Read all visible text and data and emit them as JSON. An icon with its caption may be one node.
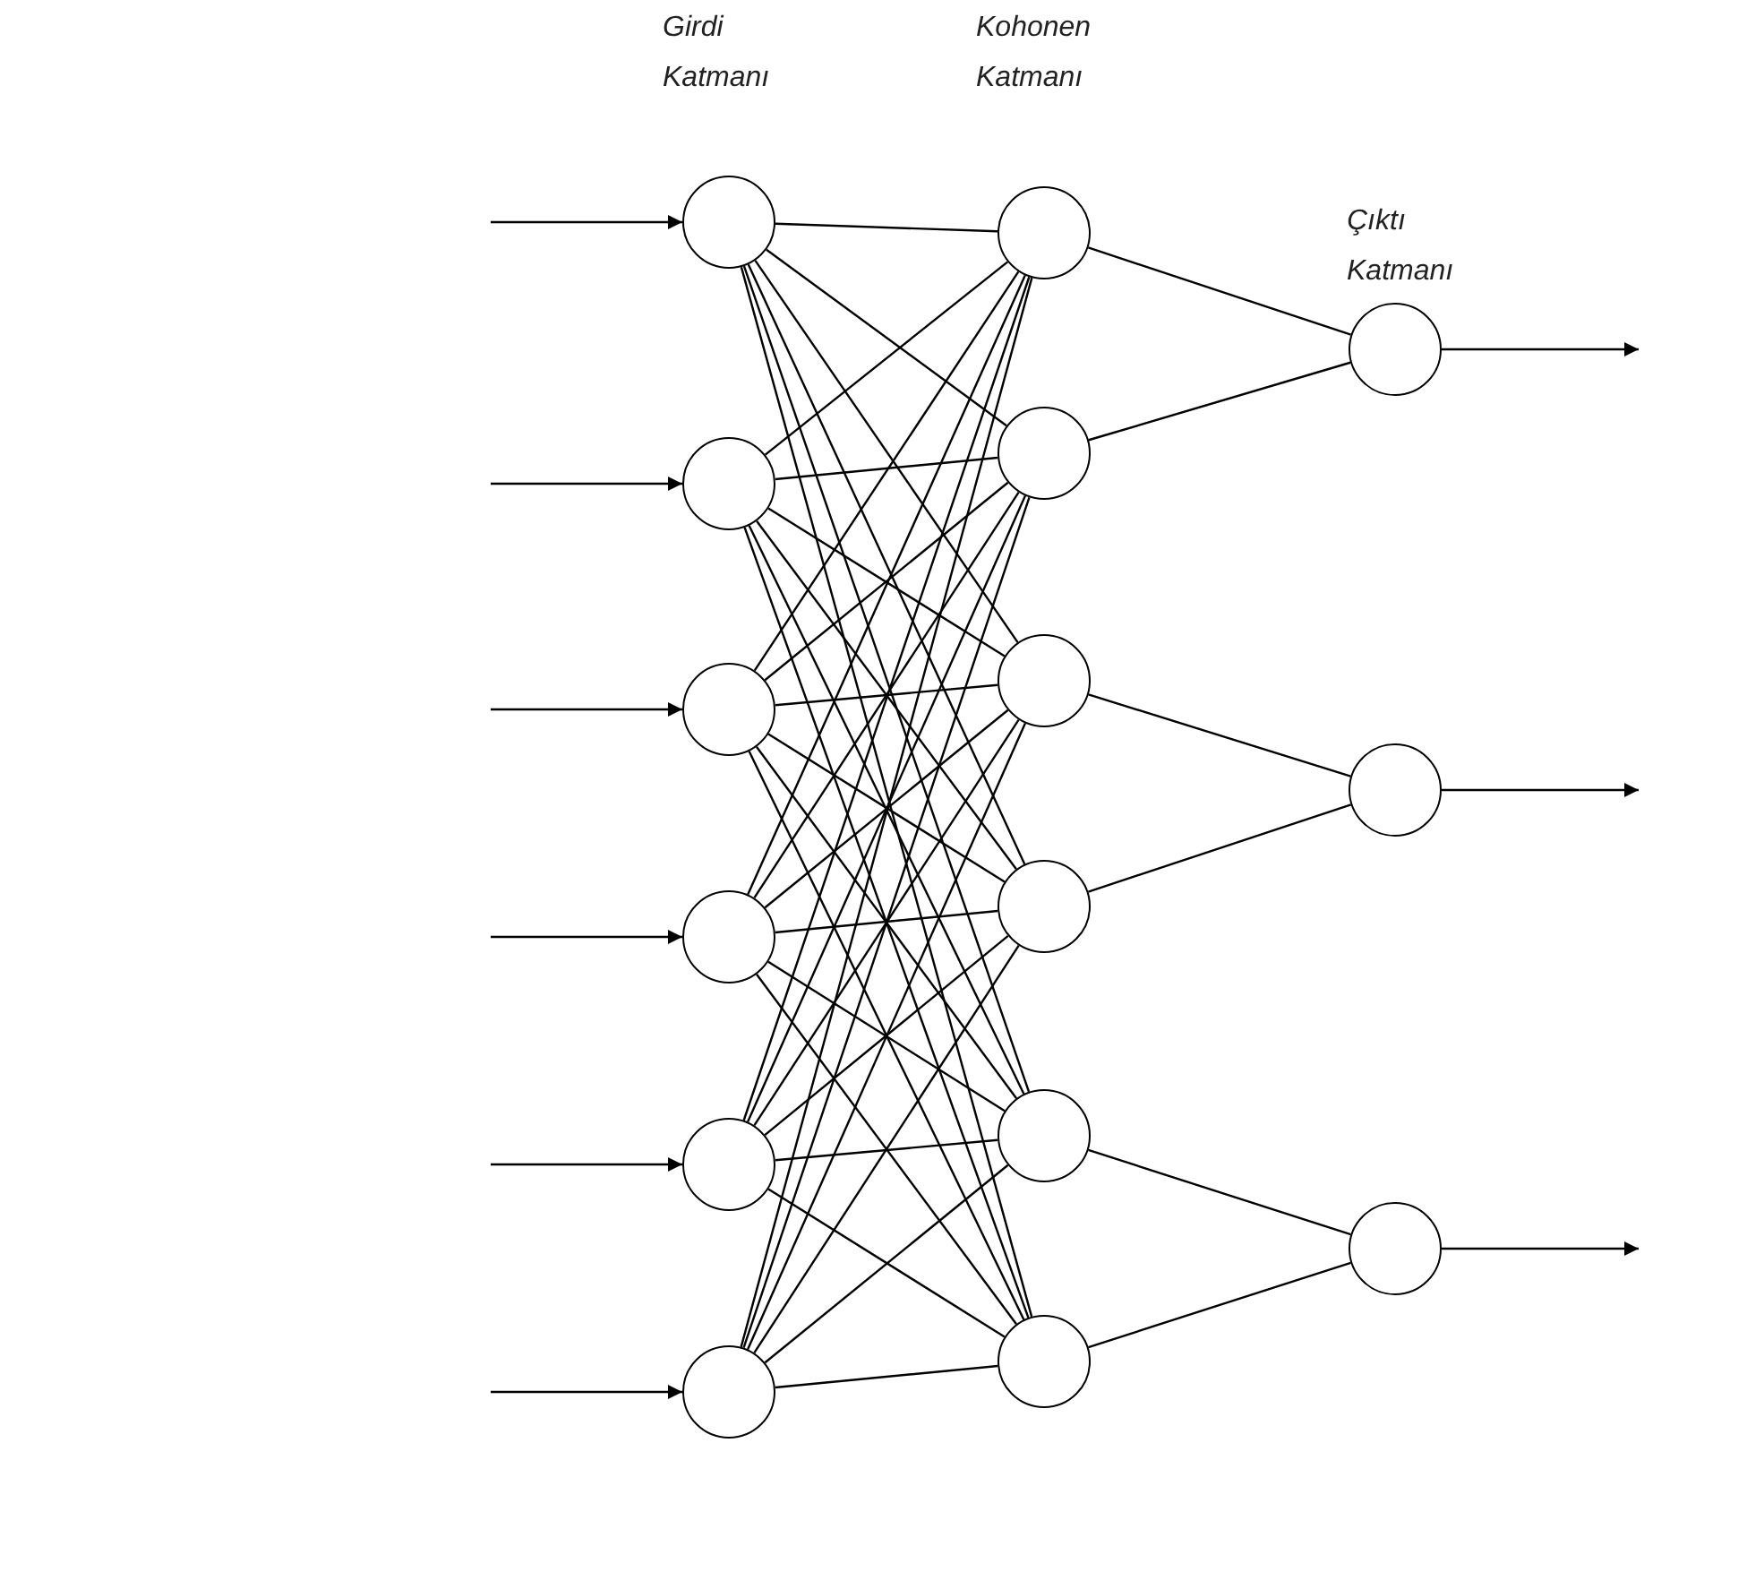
{
  "diagram": {
    "nodes": [
      {
        "text": [],
        "shape": "circle"
      },
      {
        "text": [],
        "shape": "circle"
      },
      {
        "text": [],
        "shape": "circle"
      },
      {
        "text": [],
        "shape": "circle"
      },
      {
        "text": [],
        "shape": "circle"
      },
      {
        "text": [],
        "shape": "circle"
      },
      {
        "text": [],
        "shape": "circle"
      },
      {
        "text": [],
        "shape": "circle"
      },
      {
        "text": [],
        "shape": "circle"
      },
      {
        "text": [],
        "shape": "circle"
      },
      {
        "text": [],
        "shape": "circle"
      },
      {
        "text": [],
        "shape": "circle"
      },
      {
        "text": [],
        "shape": "circle"
      },
      {
        "text": [],
        "shape": "circle"
      },
      {
        "text": [],
        "shape": "circle"
      }
    ],
    "edges": [
      {
        "from": null,
        "to": 0,
        "arrow": "to"
      },
      {
        "from": null,
        "to": 1,
        "arrow": "to"
      },
      {
        "from": null,
        "to": 2,
        "arrow": "to"
      },
      {
        "from": null,
        "to": 3,
        "arrow": "to"
      },
      {
        "from": null,
        "to": 4,
        "arrow": "to"
      },
      {
        "from": null,
        "to": 5,
        "arrow": "to"
      },
      {
        "from": 0,
        "to": 6,
        "arrow": "none"
      },
      {
        "from": 0,
        "to": 7,
        "arrow": "none"
      },
      {
        "from": 0,
        "to": 8,
        "arrow": "none"
      },
      {
        "from": 0,
        "to": 9,
        "arrow": "none"
      },
      {
        "from": 0,
        "to": 10,
        "arrow": "none"
      },
      {
        "from": 0,
        "to": 11,
        "arrow": "none"
      },
      {
        "from": 1,
        "to": 6,
        "arrow": "none"
      },
      {
        "from": 1,
        "to": 7,
        "arrow": "none"
      },
      {
        "from": 1,
        "to": 8,
        "arrow": "none"
      },
      {
        "from": 1,
        "to": 9,
        "arrow": "none"
      },
      {
        "from": 1,
        "to": 10,
        "arrow": "none"
      },
      {
        "from": 1,
        "to": 11,
        "arrow": "none"
      },
      {
        "from": 2,
        "to": 6,
        "arrow": "none"
      },
      {
        "from": 2,
        "to": 7,
        "arrow": "none"
      },
      {
        "from": 2,
        "to": 8,
        "arrow": "none"
      },
      {
        "from": 2,
        "to": 9,
        "arrow": "none"
      },
      {
        "from": 2,
        "to": 10,
        "arrow": "none"
      },
      {
        "from": 2,
        "to": 11,
        "arrow": "none"
      },
      {
        "from": 3,
        "to": 6,
        "arrow": "none"
      },
      {
        "from": 3,
        "to": 7,
        "arrow": "none"
      },
      {
        "from": 3,
        "to": 8,
        "arrow": "none"
      },
      {
        "from": 3,
        "to": 9,
        "arrow": "none"
      },
      {
        "from": 3,
        "to": 10,
        "arrow": "none"
      },
      {
        "from": 3,
        "to": 11,
        "arrow": "none"
      },
      {
        "from": 4,
        "to": 6,
        "arrow": "none"
      },
      {
        "from": 4,
        "to": 7,
        "arrow": "none"
      },
      {
        "from": 4,
        "to": 8,
        "arrow": "none"
      },
      {
        "from": 4,
        "to": 9,
        "arrow": "none"
      },
      {
        "from": 4,
        "to": 10,
        "arrow": "none"
      },
      {
        "from": 4,
        "to": 11,
        "arrow": "none"
      },
      {
        "from": 5,
        "to": 6,
        "arrow": "none"
      },
      {
        "from": 5,
        "to": 7,
        "arrow": "none"
      },
      {
        "from": 5,
        "to": 8,
        "arrow": "none"
      },
      {
        "from": 5,
        "to": 9,
        "arrow": "none"
      },
      {
        "from": 5,
        "to": 10,
        "arrow": "none"
      },
      {
        "from": 5,
        "to": 11,
        "arrow": "none"
      },
      {
        "from": 6,
        "to": 12,
        "arrow": "none"
      },
      {
        "from": 7,
        "to": 12,
        "arrow": "none"
      },
      {
        "from": 8,
        "to": 13,
        "arrow": "none"
      },
      {
        "from": 9,
        "to": 13,
        "arrow": "none"
      },
      {
        "from": 10,
        "to": 14,
        "arrow": "none"
      },
      {
        "from": 11,
        "to": 14,
        "arrow": "none"
      },
      {
        "from": 12,
        "to": null,
        "arrow": "to"
      },
      {
        "from": 13,
        "to": null,
        "arrow": "to"
      },
      {
        "from": 14,
        "to": null,
        "arrow": "to"
      }
    ],
    "labels": [
      "Girdi Katmanı",
      "Kohonen Katmanı",
      "Çıktı Katmanı"
    ]
  }
}
